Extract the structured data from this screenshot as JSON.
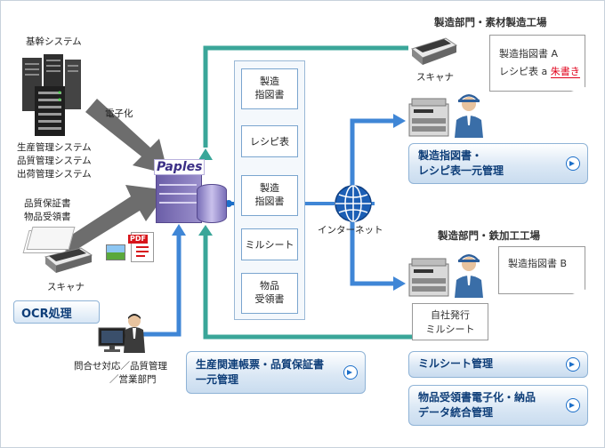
{
  "left": {
    "kikan_label": "基幹システム",
    "systems_label": [
      "生産管理システム",
      "品質管理システム",
      "出荷管理システム"
    ],
    "denshika_label": "電子化",
    "paper_docs_label": [
      "品質保証書",
      "物品受領書"
    ],
    "scanner_label": "スキャナ",
    "ocr_label": "OCR処理",
    "pdf_icon_text": "PDF"
  },
  "center": {
    "logo_text": "Paples",
    "docs": [
      [
        "製造",
        "指図書"
      ],
      [
        "レシピ表"
      ],
      [
        "製造",
        "指図書"
      ],
      [
        "ミルシート"
      ],
      [
        "物品",
        "受領書"
      ]
    ],
    "internet_label": "インターネット"
  },
  "bottom": {
    "inquiry_label": [
      "問合せ対応／品質管理",
      "／営業部門"
    ],
    "button_label": [
      "生産関連帳票・品質保証書",
      "一元管理"
    ]
  },
  "factory_top": {
    "title": "製造部門・素材製造工場",
    "scanner_label": "スキャナ",
    "memo_lines": [
      "製造指図書 A",
      "レシピ表 a "
    ],
    "memo_red": "朱書き",
    "button_label": [
      "製造指図書・",
      "レシピ表一元管理"
    ]
  },
  "factory_bottom": {
    "title": "製造部門・鉄加工工場",
    "memo_text": "製造指図書 B",
    "mill_label": [
      "自社発行",
      "ミルシート"
    ],
    "mill_button": "ミルシート管理",
    "receipt_button": [
      "物品受領書電子化・納品",
      "データ統合管理"
    ]
  },
  "colors": {
    "teal": "#3aa699",
    "blue": "#3f86d6",
    "navy_text": "#0d3d78",
    "red": "#e0001a"
  }
}
